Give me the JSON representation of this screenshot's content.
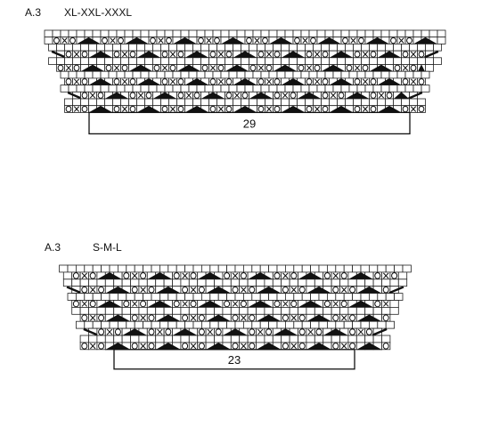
{
  "charts": [
    {
      "chart_label": "A.3",
      "size_label": "XL-XXL-XXXL",
      "repeat_count": "29",
      "rows": [
        "..................................................",
        ".OXO^^^OXO^^^OXO^^^OXO^^^OXO^^^OXO^^^OXO^^^OXO^^^.",
        ".................................................",
        "/OXO^^^OXO^^^OXO^^^OXO^^^OXO^^^OXO^^^OXO^^^OXO\\",
        ".................................................",
        "OXO^^^OXO^^^OXO^^^OXO^^^OXO^^^OXO^^^OXO^^^OXO^.",
        "..............................................",
        "OXO^^^OXO^^^OXO^^^OXO^^^OXO^^^OXO^^^OXO^^^OXO",
        "..............................................",
        "/OXO^^^OXO^^^OXO^^^OXO^^^OXO^^^OXO^^^OXO^^\\",
        ".............................................",
        "OXO^^^OXO^^^OXO^^^OXO^^^OXO^^^OXO^^^OXO^^^OXO"
      ]
    },
    {
      "chart_label": "A.3",
      "size_label": "S-M-L",
      "repeat_count": "23",
      "rows": [
        "..........................................",
        ".OXO^^^OXO^^^OXO^^^OXO^^^OXO^^^OXO^^^OXO.",
        ".........................................",
        "/OXO^^^OXO^^^OXO^^^OXO^^^OXO^^^OXO^^^O\\",
        "........................................",
        "OXO^^^OXO^^^OXO^^^OXO^^^OXO^^^OXO^^^OX.",
        ".......................................",
        "OXO^^^OXO^^^OXO^^^OXO^^^OXO^^^OXO^^^O",
        "......................................",
        "/OXO^^^OXO^^^OXO^^^OXO^^^OXO^^^OXO\\",
        ".....................................",
        "OXO^^^OXO^^^OXO^^^OXO^^^OXO^^^OXO^^^O"
      ]
    }
  ],
  "symbols": {
    ".": "blank-stitch",
    "O": "yarn-over",
    "X": "cross-stitch",
    "^": "filled-triangle-decrease",
    "/": "left-slant",
    "\\": "right-slant"
  }
}
